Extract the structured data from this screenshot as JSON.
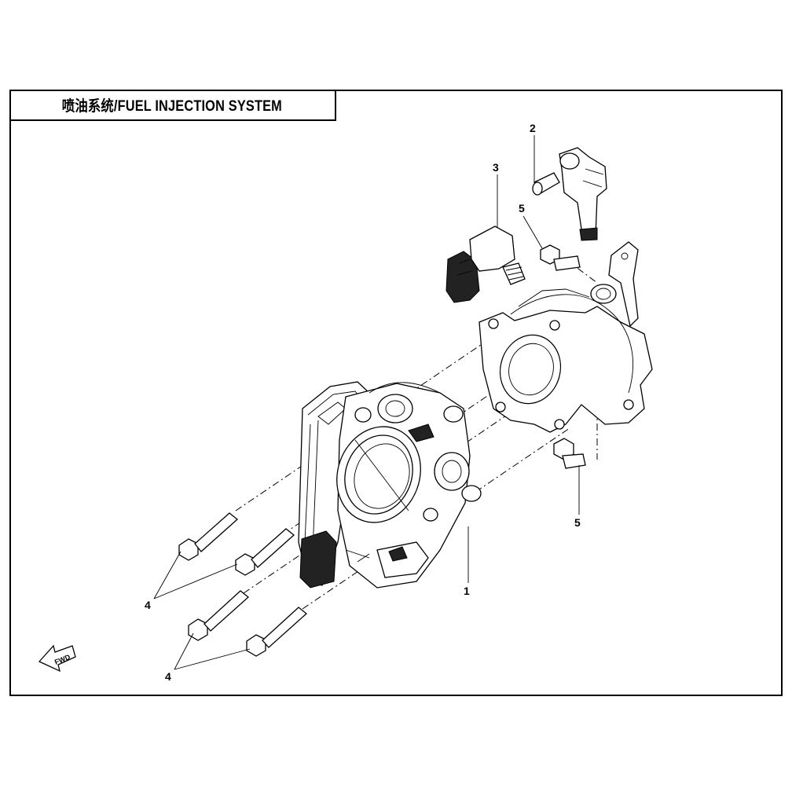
{
  "title": "喷油系统/FUEL INJECTION  SYSTEM",
  "callouts": {
    "c1": "1",
    "c2": "2",
    "c3": "3",
    "c4a": "4",
    "c4b": "4",
    "c5a": "5",
    "c5b": "5"
  },
  "fwd_label": "FWD",
  "icons": [
    "fwd-arrow-icon"
  ]
}
